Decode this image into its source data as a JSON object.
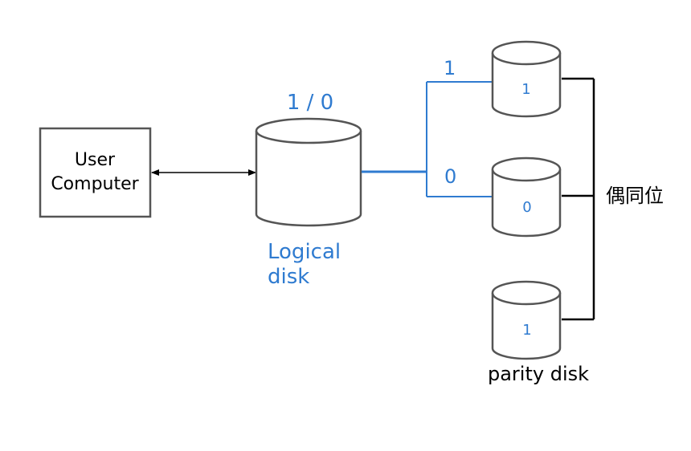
{
  "colors": {
    "accent": "#2f7bd0",
    "stroke": "#555555",
    "line": "#000000",
    "background": "#ffffff"
  },
  "user_computer": {
    "line1": "User",
    "line2": "Computer"
  },
  "logical_disk": {
    "value_label": "1 / 0",
    "caption_line1": "Logical",
    "caption_line2": "disk"
  },
  "branches": {
    "top_bit": "1",
    "bottom_bit": "0"
  },
  "disks": [
    {
      "value": "1"
    },
    {
      "value": "0"
    },
    {
      "value": "1",
      "caption": "parity disk"
    }
  ],
  "parity_label": "偶同位"
}
